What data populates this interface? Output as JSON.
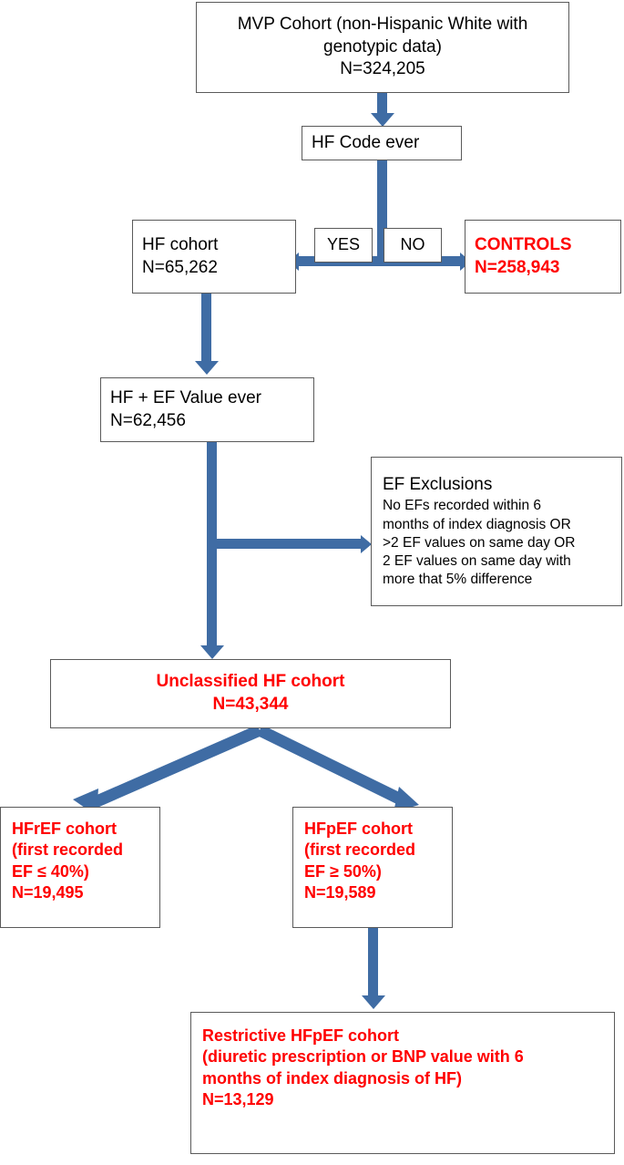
{
  "diagram": {
    "title": "MVP Heart Failure Cohort Derivation Flowchart",
    "accent_blue": "#3F6CA4",
    "highlight_red": "#FF0000",
    "box_border": "#5a5a5a",
    "background": "#ffffff"
  },
  "nodes": {
    "mvp_cohort": {
      "line1": "MVP Cohort (non-Hispanic White with",
      "line2": "genotypic data)",
      "line3": "N=324,205"
    },
    "hf_code_ever": {
      "line1": "HF Code ever"
    },
    "yes_label": {
      "line1": "YES"
    },
    "no_label": {
      "line1": "NO"
    },
    "hf_cohort": {
      "line1": "HF cohort",
      "line2": "N=65,262"
    },
    "controls": {
      "line1": "CONTROLS",
      "line2": "N=258,943"
    },
    "hf_ef_value_ever": {
      "line1": "HF + EF Value ever",
      "line2": "N=62,456"
    },
    "ef_exclusions": {
      "heading": "EF Exclusions",
      "line1": "No EFs recorded within 6",
      "line2": "months of index diagnosis OR",
      "line3": ">2 EF values on same day OR",
      "line4": "2 EF values on same day with",
      "line5": "more that 5% difference"
    },
    "unclassified_hf": {
      "line1": "Unclassified HF cohort",
      "line2": "N=43,344"
    },
    "hfref_cohort": {
      "line1": "HFrEF cohort",
      "line2": "(first recorded",
      "line3": "EF ≤ 40%)",
      "line4": "N=19,495"
    },
    "hfpef_cohort": {
      "line1": "HFpEF cohort",
      "line2": "(first recorded",
      "line3": "EF ≥ 50%)",
      "line4": "N=19,589"
    },
    "restrictive_hfpef": {
      "line1": "Restrictive HFpEF cohort",
      "line2": "(diuretic prescription or BNP value with 6",
      "line3": "months of index diagnosis of HF)",
      "line4": "N=13,129"
    }
  },
  "chart_data": {
    "type": "diagram",
    "subtype": "flowchart",
    "title": "MVP Heart Failure Cohort Derivation Flowchart",
    "nodes": [
      {
        "id": "mvp_cohort",
        "label": "MVP Cohort (non-Hispanic White with genotypic data)",
        "n": 324205,
        "style": "black"
      },
      {
        "id": "hf_code_ever",
        "label": "HF Code ever",
        "n": null,
        "style": "black"
      },
      {
        "id": "hf_cohort",
        "label": "HF cohort",
        "n": 65262,
        "style": "black"
      },
      {
        "id": "controls",
        "label": "CONTROLS",
        "n": 258943,
        "style": "red"
      },
      {
        "id": "hf_ef_value_ever",
        "label": "HF + EF Value ever",
        "n": 62456,
        "style": "black"
      },
      {
        "id": "ef_exclusions",
        "label": "EF Exclusions",
        "n": null,
        "style": "black"
      },
      {
        "id": "unclassified_hf",
        "label": "Unclassified HF cohort",
        "n": 43344,
        "style": "red"
      },
      {
        "id": "hfref_cohort",
        "label": "HFrEF cohort (first recorded EF ≤ 40%)",
        "n": 19495,
        "style": "red"
      },
      {
        "id": "hfpef_cohort",
        "label": "HFpEF cohort (first recorded EF ≥ 50%)",
        "n": 19589,
        "style": "red"
      },
      {
        "id": "restrictive_hfpef",
        "label": "Restrictive HFpEF cohort (diuretic prescription or BNP value with 6 months of index diagnosis of HF)",
        "n": 13129,
        "style": "red"
      }
    ],
    "edges": [
      {
        "from": "mvp_cohort",
        "to": "hf_code_ever",
        "label": ""
      },
      {
        "from": "hf_code_ever",
        "to": "hf_cohort",
        "label": "YES"
      },
      {
        "from": "hf_code_ever",
        "to": "controls",
        "label": "NO"
      },
      {
        "from": "hf_cohort",
        "to": "hf_ef_value_ever",
        "label": ""
      },
      {
        "from": "hf_ef_value_ever",
        "to": "ef_exclusions",
        "label": ""
      },
      {
        "from": "hf_ef_value_ever",
        "to": "unclassified_hf",
        "label": ""
      },
      {
        "from": "unclassified_hf",
        "to": "hfref_cohort",
        "label": ""
      },
      {
        "from": "unclassified_hf",
        "to": "hfpef_cohort",
        "label": ""
      },
      {
        "from": "hfpef_cohort",
        "to": "restrictive_hfpef",
        "label": ""
      }
    ]
  }
}
